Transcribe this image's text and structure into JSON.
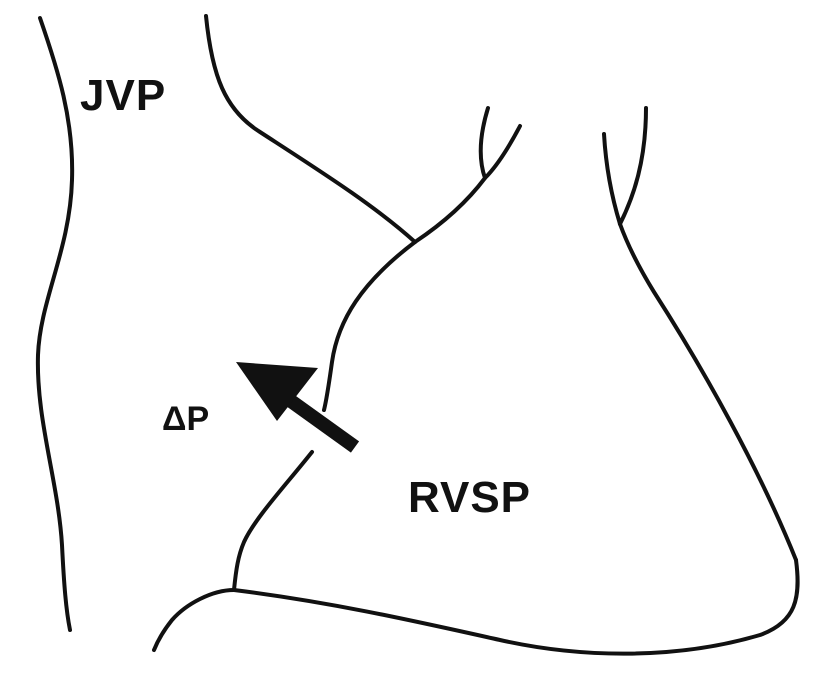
{
  "diagram": {
    "labels": {
      "jvp": "JVP",
      "delta_p": "ΔP",
      "rvsp": "RVSP"
    },
    "colors": {
      "ink": "#111111",
      "background": "#ffffff"
    }
  }
}
